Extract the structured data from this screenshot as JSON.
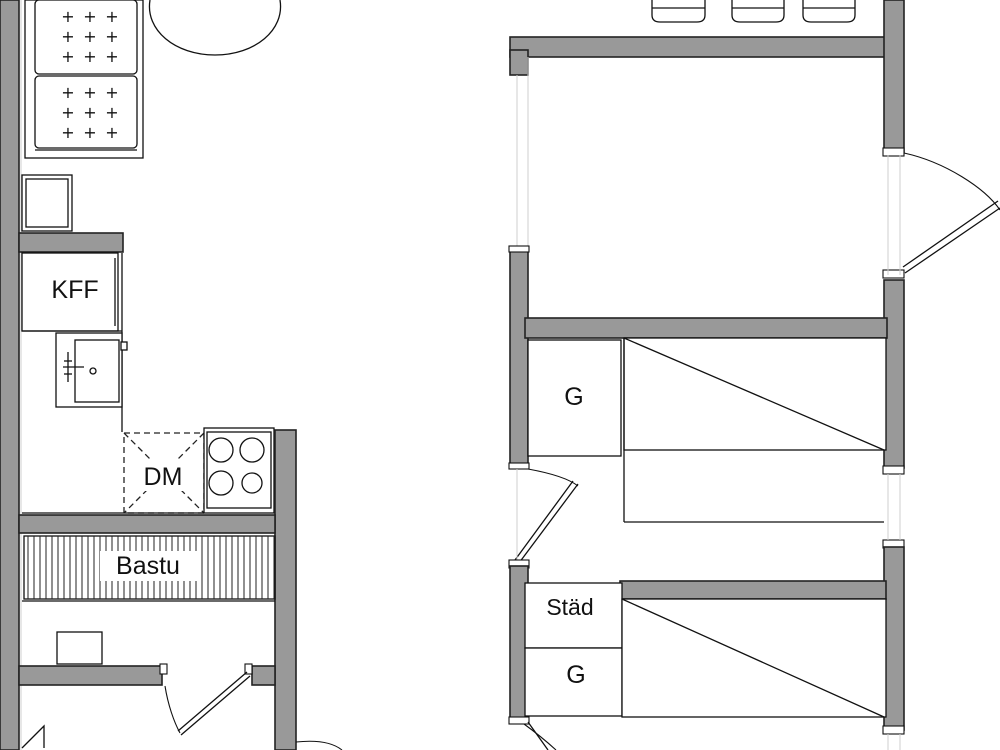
{
  "labels": {
    "fridge_freezer": "KFF",
    "dishwasher": "DM",
    "sauna": "Bastu",
    "wardrobe_upper": "G",
    "cleaning_closet": "Städ",
    "wardrobe_lower": "G"
  },
  "colors": {
    "wall_fill": "#999999",
    "wall_stroke": "#222222",
    "line": "#111111",
    "background": "#ffffff"
  },
  "icons": [
    "plus-marks",
    "sink-faucet",
    "stove-burners",
    "door-swing"
  ]
}
